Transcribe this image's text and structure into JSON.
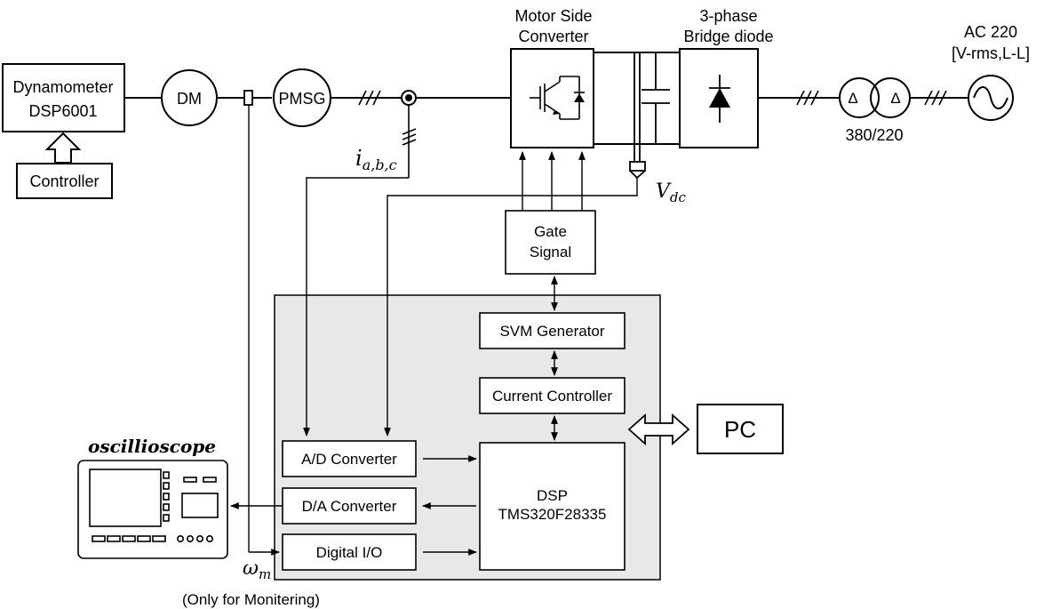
{
  "blocks": {
    "dynamometer": [
      "Dynamometer",
      "DSP6001"
    ],
    "controller": "Controller",
    "dm": "DM",
    "pmsg": "PMSG",
    "motor_side_converter": [
      "Motor Side",
      "Converter"
    ],
    "bridge_diode": [
      "3-phase",
      "Bridge diode"
    ],
    "ac_source": [
      "AC 220",
      "[V-rms,L-L]"
    ],
    "transformer_ratio": "380/220",
    "transformer_delta": "Δ",
    "gate_signal": [
      "Gate",
      "Signal"
    ],
    "svm_generator": "SVM Generator",
    "current_controller": "Current Controller",
    "pc": "PC",
    "ad_converter": "A/D Converter",
    "da_converter": "D/A Converter",
    "digital_io": "Digital I/O",
    "dsp": [
      "DSP",
      "TMS320F28335"
    ],
    "oscilloscope": "oscillioscope",
    "monitor_note": "(Only for Monitering)"
  },
  "signals": {
    "current": {
      "base": "i",
      "sub": "a,b,c"
    },
    "vdc": {
      "base": "V",
      "sub": "dc"
    },
    "omega": {
      "base": "ω",
      "sub": "m"
    }
  },
  "colors": {
    "line": "#000000",
    "dsp_panel": "#e8e8e8",
    "block_fill": "#ffffff"
  }
}
